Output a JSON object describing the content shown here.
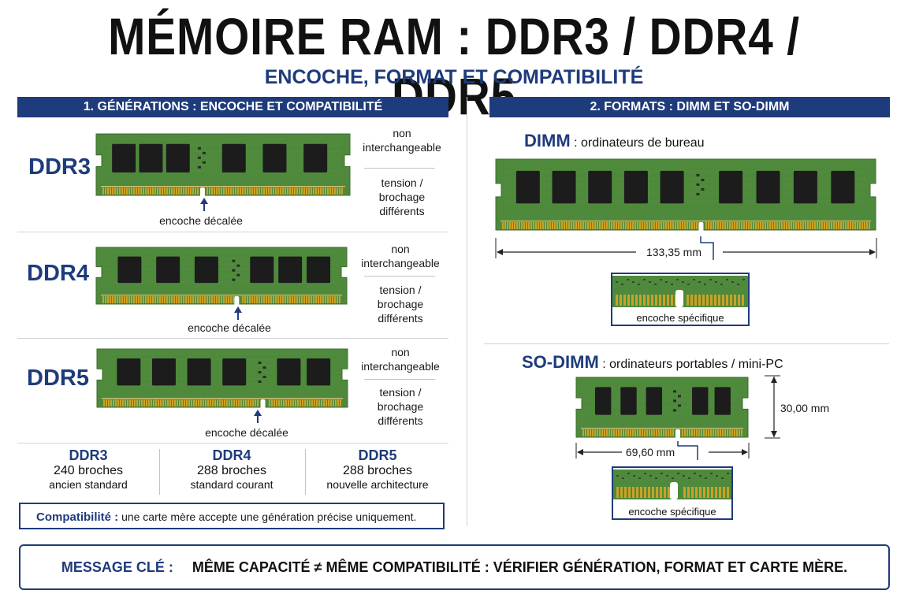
{
  "title": "MÉMOIRE RAM : DDR3 / DDR4 / DDR5",
  "subtitle": "ENCOCHE, FORMAT ET COMPATIBILITÉ",
  "section1": {
    "header": "1. GÉNÉRATIONS : ENCOCHE ET COMPATIBILITÉ",
    "rows": [
      {
        "label": "DDR3",
        "note1": [
          "non",
          "interchangeable"
        ],
        "note2": [
          "tension /",
          "brochage",
          "différents"
        ],
        "caption": "encoche décalée",
        "notch_position": 0.42
      },
      {
        "label": "DDR4",
        "note1": [
          "non",
          "interchangeable"
        ],
        "note2": [
          "tension /",
          "brochage",
          "différents"
        ],
        "caption": "encoche décalée",
        "notch_position": 0.56
      },
      {
        "label": "DDR5",
        "note1": [
          "non",
          "interchangeable"
        ],
        "note2": [
          "tension /",
          "brochage",
          "différents"
        ],
        "caption": "encoche décalée",
        "notch_position": 0.66
      }
    ],
    "specs": [
      {
        "name": "DDR3",
        "pins": "240 broches",
        "desc": "ancien standard"
      },
      {
        "name": "DDR4",
        "pins": "288 broches",
        "desc": "standard courant"
      },
      {
        "name": "DDR5",
        "pins": "288 broches",
        "desc": "nouvelle architecture"
      }
    ],
    "compat_label": "Compatibilité :",
    "compat_text": "une carte mère accepte une génération précise uniquement."
  },
  "section2": {
    "header": "2. FORMATS : DIMM ET SO-DIMM",
    "dimm": {
      "name": "DIMM",
      "desc": ": ordinateurs de bureau",
      "length": "133,35 mm",
      "zoom_caption": "encoche spécifique"
    },
    "sodimm": {
      "name": "SO-DIMM",
      "desc": ": ordinateurs portables / mini-PC",
      "length": "69,60 mm",
      "height": "30,00 mm",
      "zoom_caption": "encoche spécifique"
    }
  },
  "key_message": {
    "label": "MESSAGE CLÉ :",
    "text": "MÊME CAPACITÉ ≠ MÊME COMPATIBILITÉ : VÉRIFIER GÉNÉRATION, FORMAT ET CARTE MÈRE."
  },
  "colors": {
    "accent": "#1e3b7b",
    "pcb": "#4f8a3c",
    "chip": "#1c1c1c",
    "gold": "#c9a227"
  }
}
